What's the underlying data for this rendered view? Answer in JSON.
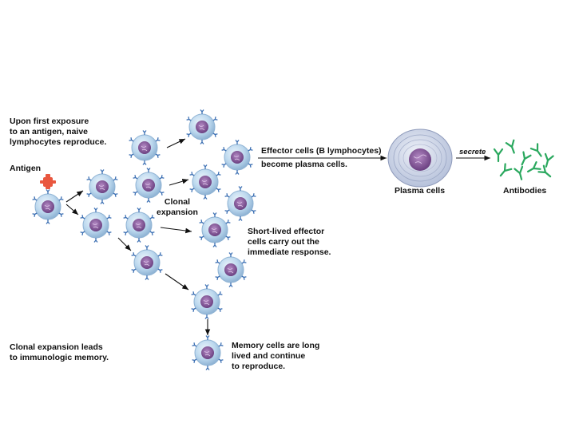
{
  "labels": {
    "first_exposure": [
      "Upon first exposure",
      "to an antigen, naive",
      "lymphocytes reproduce."
    ],
    "antigen": "Antigen",
    "clonal_expansion": [
      "Clonal",
      "expansion"
    ],
    "effector_b": [
      "Effector cells (B lymphocytes)",
      "become plasma cells."
    ],
    "short_lived": [
      "Short-lived effector",
      "cells carry out the",
      "immediate response."
    ],
    "memory_cells": [
      "Memory cells are long",
      "lived and continue",
      "to reproduce."
    ],
    "clonal_memory": [
      "Clonal expansion leads",
      "to immunologic memory."
    ],
    "plasma_cells": "Plasma cells",
    "secrete": "secrete",
    "antibodies": "Antibodies"
  },
  "colors": {
    "cell_membrane": "#bcd8ee",
    "cell_edge": "#8fb3d4",
    "nucleus": "#7a4f8d",
    "receptor": "#3b6fb3",
    "antigen": "#e9573f",
    "plasma_outer": "#c9d2e6",
    "antibody": "#2aa85e",
    "arrow": "#111111"
  }
}
